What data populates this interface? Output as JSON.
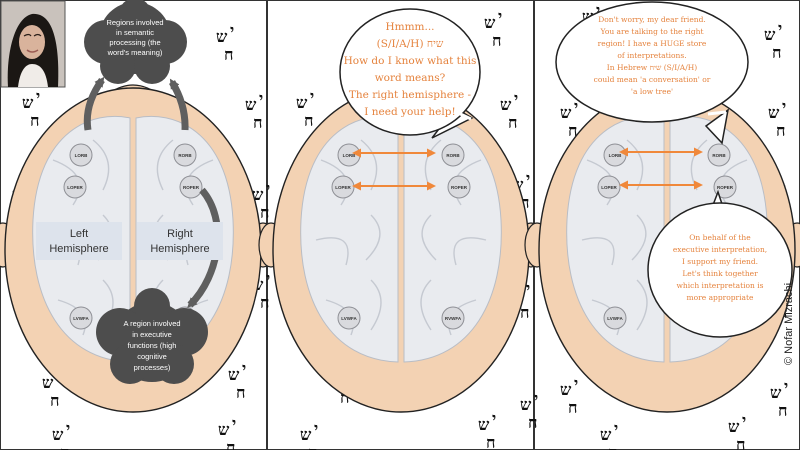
{
  "colors": {
    "skin": "#f3d2b3",
    "skin_outline": "#222222",
    "brain": "#e9ebef",
    "brain_fold": "#c5c9d1",
    "region_circle": "#d9dade",
    "arrow_gray": "#5f5f5f",
    "arrow_orange": "#f0883a",
    "text_orange": "#e5833e",
    "label_box": "#dde3ec",
    "cloud_dark": "#4d4d4d"
  },
  "regions": {
    "lorb": "LORB",
    "rorb": "RORB",
    "loper": "LOPER",
    "roper": "ROPER",
    "lvwfa": "LVWFA",
    "rvwfa": "RVWFA"
  },
  "panel1": {
    "cloud_top": [
      "Regions involved",
      "in semantic",
      "processing (the",
      "word's meaning)"
    ],
    "cloud_bottom": [
      "A region involved",
      "in executive",
      "functions (high",
      "cognitive",
      "processes)"
    ],
    "left_label": [
      "Left",
      "Hemisphere"
    ],
    "right_label": [
      "Right",
      "Hemisphere"
    ]
  },
  "panel2": {
    "bubble": [
      "Hmmm...",
      "(S/I/A/H) שיח",
      "How do I know what this",
      "word means?",
      "The right hemisphere -",
      "I need your help!"
    ]
  },
  "panel3": {
    "bubble_top": [
      "Don't worry, my dear friend.",
      "You are talking to the right",
      "region! I have a HUGE store",
      "of interpretations.",
      "In Hebrew שיח (S/I/A/H)",
      "could mean 'a conversation' or",
      "'a low tree'"
    ],
    "bubble_side": [
      "On behalf of the",
      "executive interpretation,",
      "I support my friend.",
      "Let's think together",
      "which interpretation is",
      "more appropriate"
    ]
  },
  "decor": {
    "letter_shin": "ש",
    "letter_yod": "י",
    "letter_het": "ח",
    "copyright": "© Nofar Mizrachi"
  }
}
